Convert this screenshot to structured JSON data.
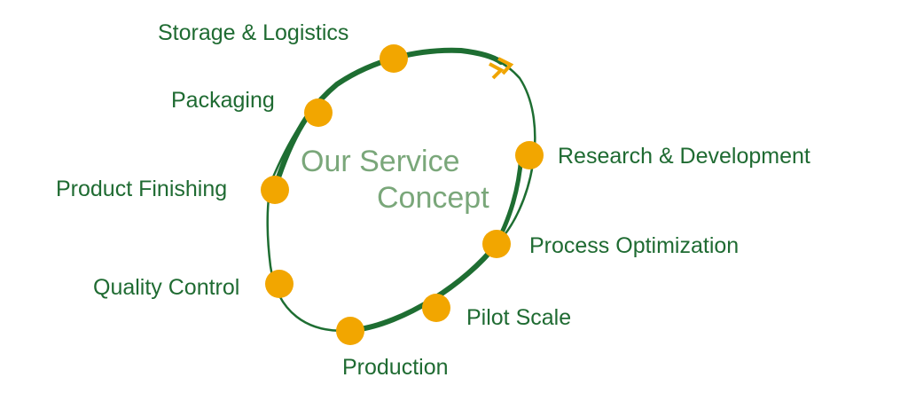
{
  "diagram": {
    "center_title": {
      "line1": "Our Service",
      "line2": "Concept"
    },
    "stages": [
      {
        "id": "research",
        "label": "Research & Development"
      },
      {
        "id": "process",
        "label": "Process Optimization"
      },
      {
        "id": "pilot",
        "label": "Pilot Scale"
      },
      {
        "id": "production",
        "label": "Production"
      },
      {
        "id": "quality",
        "label": "Quality Control"
      },
      {
        "id": "finishing",
        "label": "Product Finishing"
      },
      {
        "id": "packaging",
        "label": "Packaging"
      },
      {
        "id": "storage",
        "label": "Storage & Logistics"
      }
    ],
    "colors": {
      "cycle_line": "#1e6e32",
      "node_fill": "#f2a600",
      "arrow": "#f0a500",
      "label_text": "#1f6b32",
      "center_text": "#7aa77a"
    },
    "direction_icon": "double-chevron-arrow-icon"
  }
}
